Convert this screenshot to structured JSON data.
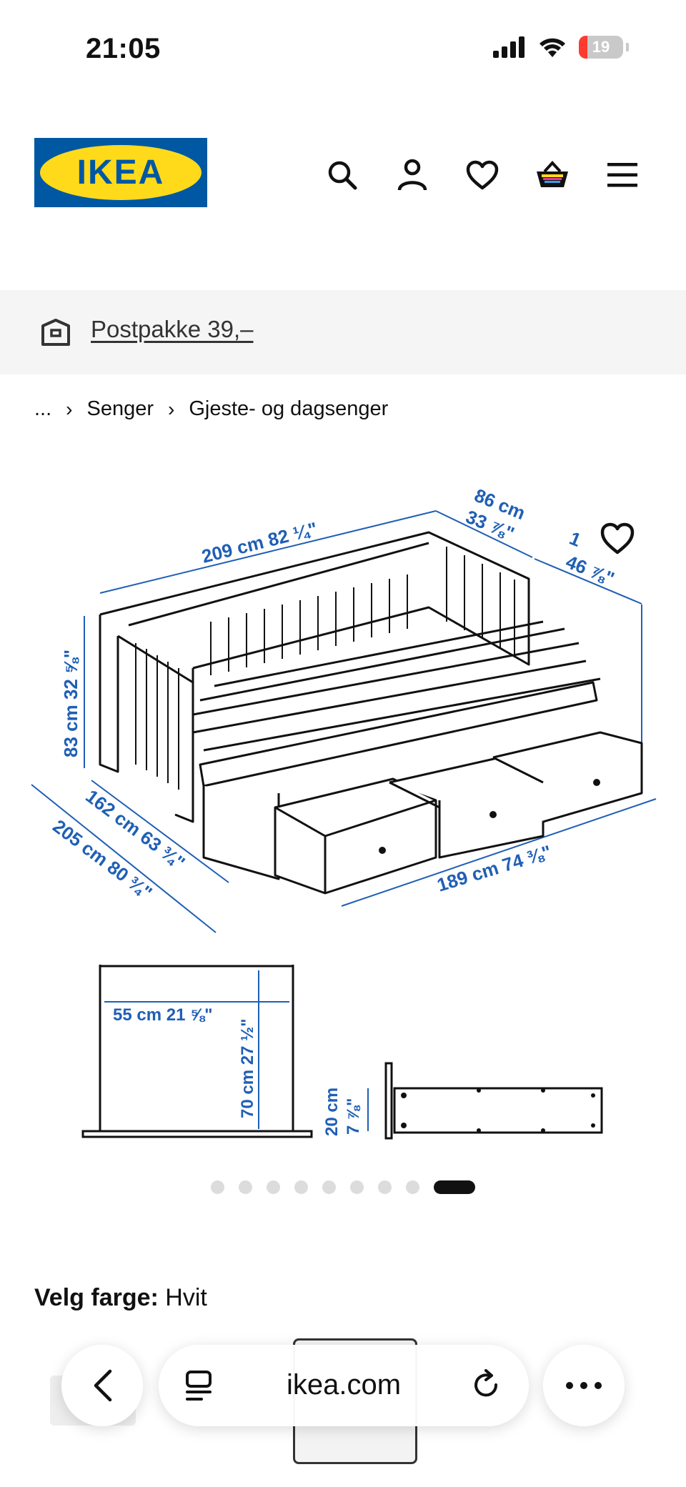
{
  "status_bar": {
    "time": "21:05",
    "battery": "19",
    "battery_level": 0.19
  },
  "header": {
    "logo_text": "IKEA",
    "icons": [
      "search-icon",
      "user-icon",
      "heart-icon",
      "basket-icon",
      "menu-icon"
    ]
  },
  "promo": {
    "text": "Postpakke 39,–"
  },
  "breadcrumb": {
    "items": [
      "...",
      "Senger",
      "Gjeste- og dagsenger"
    ]
  },
  "dimensions": {
    "length_top": "209 cm 82 ¼\"",
    "depth_top_cm": "86 cm",
    "depth_top_in": "33 ⅞\"",
    "side_cm": "1",
    "side_in": "46 ⅞\"",
    "height": "83 cm 32 ⅝\"",
    "depth_closed": "162 cm 63 ¾\"",
    "depth_open": "205 cm 80 ¾\"",
    "length_bottom": "189 cm 74 ⅜\"",
    "inner_width": "55 cm 21 ⅝\"",
    "inner_height": "70 cm 27 ½\"",
    "drawer_cm": "20 cm",
    "drawer_in": "7 ⅞\""
  },
  "carousel": {
    "count": 9,
    "active_index": 8
  },
  "color": {
    "label": "Velg farge:",
    "value": "Hvit"
  },
  "browser": {
    "url": "ikea.com"
  },
  "colors": {
    "ikea_blue": "#0058a3",
    "ikea_yellow": "#ffda1a",
    "dim_blue": "#1f5fb5"
  }
}
